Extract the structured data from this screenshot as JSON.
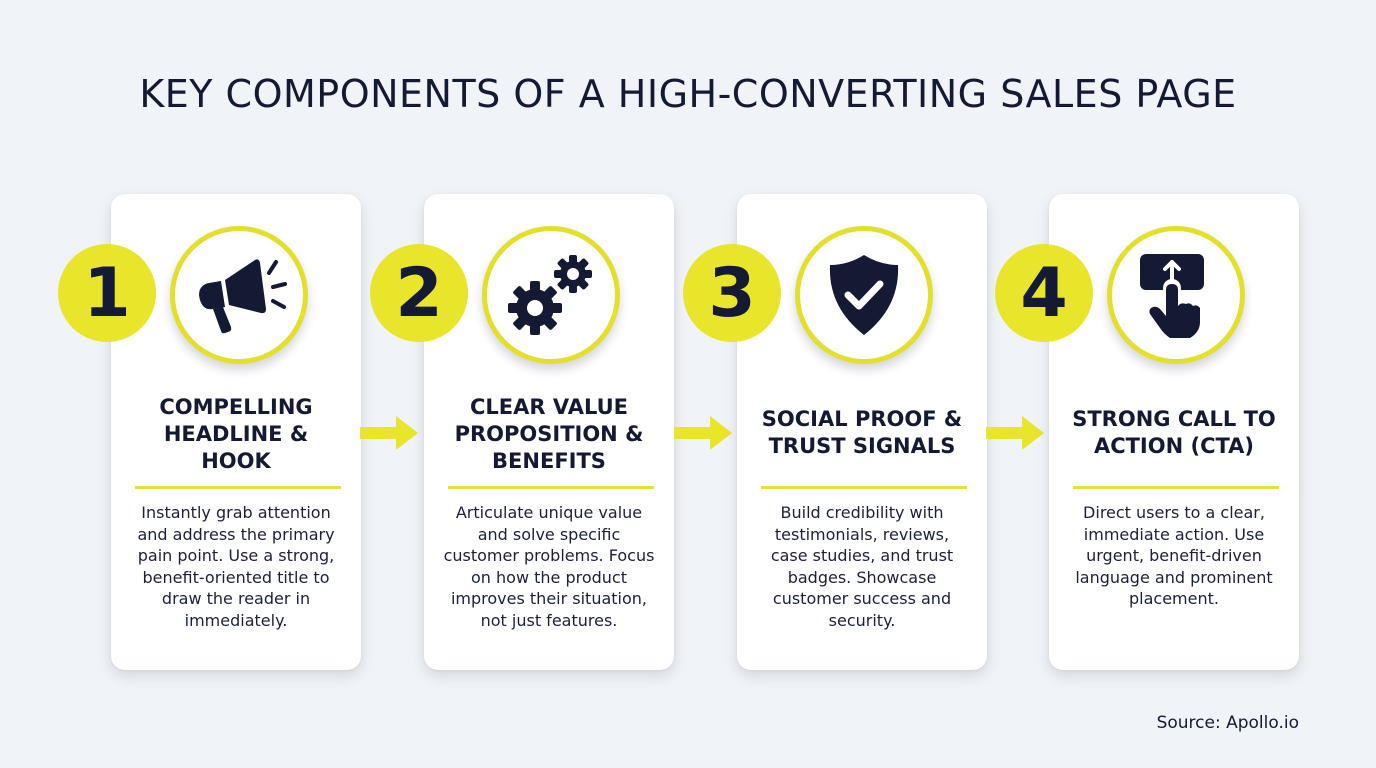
{
  "title": "KEY COMPONENTS OF A HIGH-CONVERTING SALES PAGE",
  "colors": {
    "accent": "#e9e52a",
    "dark": "#141a33",
    "background": "#f0f3f7",
    "card": "#ffffff"
  },
  "steps": [
    {
      "number": "1",
      "icon": "megaphone-icon",
      "title": "COMPELLING HEADLINE & HOOK",
      "description": "Instantly grab attention and address the primary pain point. Use a strong, benefit-oriented title to draw the reader in immediately."
    },
    {
      "number": "2",
      "icon": "gears-icon",
      "title": "CLEAR VALUE PROPOSITION & BENEFITS",
      "description": "Articulate unique value and solve specific customer problems. Focus on how the product improves their situation, not just features."
    },
    {
      "number": "3",
      "icon": "shield-check-icon",
      "title": "SOCIAL PROOF & TRUST SIGNALS",
      "description": "Build credibility with testimonials, reviews, case studies, and trust badges. Showcase customer success and security."
    },
    {
      "number": "4",
      "icon": "click-button-icon",
      "title": "STRONG CALL TO ACTION (CTA)",
      "description": "Direct users to a clear, immediate action. Use urgent, benefit-driven language and prominent placement."
    }
  ],
  "source": "Source: Apollo.io"
}
